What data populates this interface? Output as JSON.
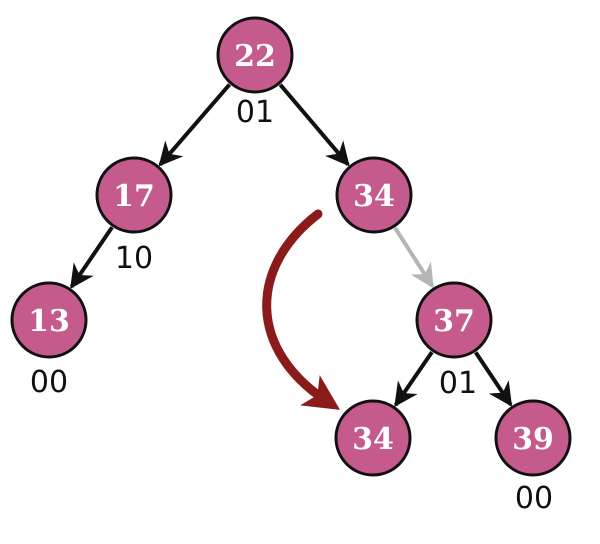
{
  "colors": {
    "node_fill": "#c45b8c",
    "edge": "#111111",
    "edge_highlight": "#b5b5b5",
    "rotation_arrow": "#8b1a1a"
  },
  "nodes": [
    {
      "id": "n22",
      "key": "22",
      "label": "01"
    },
    {
      "id": "n17",
      "key": "17",
      "label": "10"
    },
    {
      "id": "n34a",
      "key": "34",
      "label": ""
    },
    {
      "id": "n13",
      "key": "13",
      "label": "00"
    },
    {
      "id": "n37",
      "key": "37",
      "label": "01"
    },
    {
      "id": "n34b",
      "key": "34",
      "label": ""
    },
    {
      "id": "n39",
      "key": "39",
      "label": "00"
    }
  ],
  "edges": [
    {
      "from": "n22",
      "to": "n17",
      "style": "black"
    },
    {
      "from": "n22",
      "to": "n34a",
      "style": "black"
    },
    {
      "from": "n17",
      "to": "n13",
      "style": "black"
    },
    {
      "from": "n34a",
      "to": "n37",
      "style": "gray"
    },
    {
      "from": "n37",
      "to": "n34b",
      "style": "black"
    },
    {
      "from": "n37",
      "to": "n39",
      "style": "black"
    }
  ],
  "annotations": {
    "move_arrow": {
      "from": "n34a",
      "to": "n34b",
      "color": "#8b1a1a"
    }
  }
}
